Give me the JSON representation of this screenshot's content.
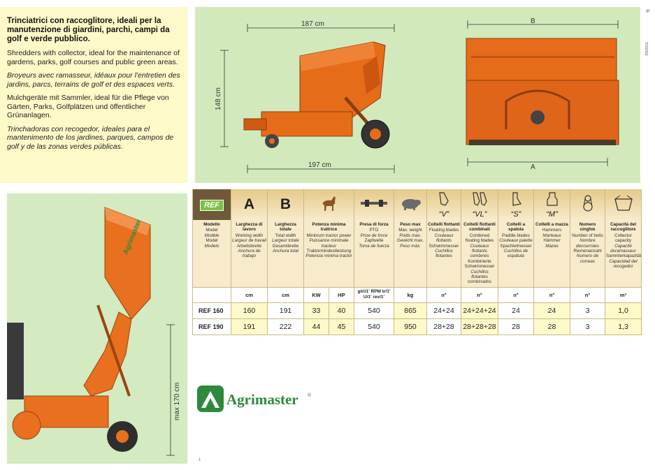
{
  "description": {
    "title": "Trinciatrici con raccoglitore, ideali per la manutenzione di giardini, parchi, campi da golf e verde pubblico.",
    "en": "Shredders with collector, ideal for the maintenance of gardens, parks, golf courses and public green areas.",
    "fr": "Broyeurs avec ramasseur, idéaux pour l'entretien des jardins, parcs, terrains de golf et des espaces verts.",
    "de": "Mulchgeräte mit Sammler, ideal für die Pflege von Gärten, Parks, Golfplätzen und öffentlicher Grünanlagen.",
    "es": "Trinchadoras con recogedor, ideales para el mantenimento de los jardines, parques, campos de golf y de las zonas verdes públicas."
  },
  "drawing": {
    "dim_top": "187 cm",
    "dim_bottom": "197 cm",
    "dim_height": "148 cm",
    "dim_front_top": "B",
    "dim_front_bottom": "A"
  },
  "photo": {
    "max_height": "max 170 cm",
    "collector_brand": "Agrimaster"
  },
  "table": {
    "ref_logo": "REF",
    "letter_a": "A",
    "letter_b": "B",
    "blade_v": "“V”",
    "blade_vl": "“VL”",
    "blade_s": "“S”",
    "blade_m": "“M”",
    "columns": [
      {
        "title": "Modello",
        "lines": [
          "Model",
          "Modèle",
          "Model",
          "Modelo"
        ]
      },
      {
        "title": "Larghezza di lavoro",
        "lines": [
          "Working width",
          "Largeur de travail",
          "Arbeitsbreite",
          "Anchura de trabajo"
        ]
      },
      {
        "title": "Larghezza totale",
        "lines": [
          "Total width",
          "Largeur totale",
          "Gesamtbreite",
          "Anchura total"
        ]
      },
      {
        "title": "Potenza minima trattrice",
        "lines": [
          "Minimum tractor power",
          "Puissance minimale tracteur",
          "Traktormindestleistung",
          "Potencia minima tractor"
        ]
      },
      {
        "title": "Presa di forza",
        "lines": [
          "PTO",
          "Prise de force",
          "Zapfwelle",
          "Toma de fuerza"
        ]
      },
      {
        "title": "Peso max",
        "lines": [
          "Max. weight",
          "Poids max.",
          "Gewicht max.",
          "Peso máx."
        ]
      },
      {
        "title": "Coltelli flottanti",
        "lines": [
          "Floating blades",
          "Couteaux flottants",
          "Schwimmesser",
          "Cuchillos flotantes"
        ]
      },
      {
        "title": "Coltelli flottanti combinati",
        "lines": [
          "Combined floating blades",
          "Couteaux flottants combinés",
          "Kombinierte Schwimmesser",
          "Cuchillos flotantes combinados"
        ]
      },
      {
        "title": "Coltelli a spatola",
        "lines": [
          "Paddle blades",
          "Couteaux palette",
          "Spachtelmesser",
          "Cuchillos de espátula"
        ]
      },
      {
        "title": "Coltelli a mazza",
        "lines": [
          "Hammers",
          "Marteaux",
          "Hämmer",
          "Mazas"
        ]
      },
      {
        "title": "Numero cinghie",
        "lines": [
          "Number of belts",
          "Nombre decourroies",
          "Riemenanzahl",
          "Numero de correas"
        ]
      },
      {
        "title": "Capacità del raccoglitore",
        "lines": [
          "Collector capacity",
          "Capacité duramasseur",
          "Sammlerkapazität",
          "Capacidad del recogedor"
        ]
      }
    ],
    "units": [
      "cm",
      "cm",
      "KW",
      "HP",
      "giri/1' RPM tr/1' U/1' rev/1'",
      "kg",
      "n°",
      "n°",
      "n°",
      "n°",
      "n°",
      "m³"
    ],
    "rows": [
      {
        "model": "REF 160",
        "values": [
          "160",
          "191",
          "33",
          "40",
          "540",
          "865",
          "24+24",
          "24+24+24",
          "24",
          "24",
          "3",
          "1,0"
        ]
      },
      {
        "model": "REF 190",
        "values": [
          "191",
          "222",
          "44",
          "45",
          "540",
          "950",
          "28+28",
          "28+28+28",
          "28",
          "28",
          "3",
          "1,3"
        ]
      }
    ]
  },
  "logo": {
    "name": "Agrimaster",
    "mark": "®"
  },
  "side": {
    "page_mark": "IP",
    "date": "05/2011"
  },
  "page_number": "1"
}
